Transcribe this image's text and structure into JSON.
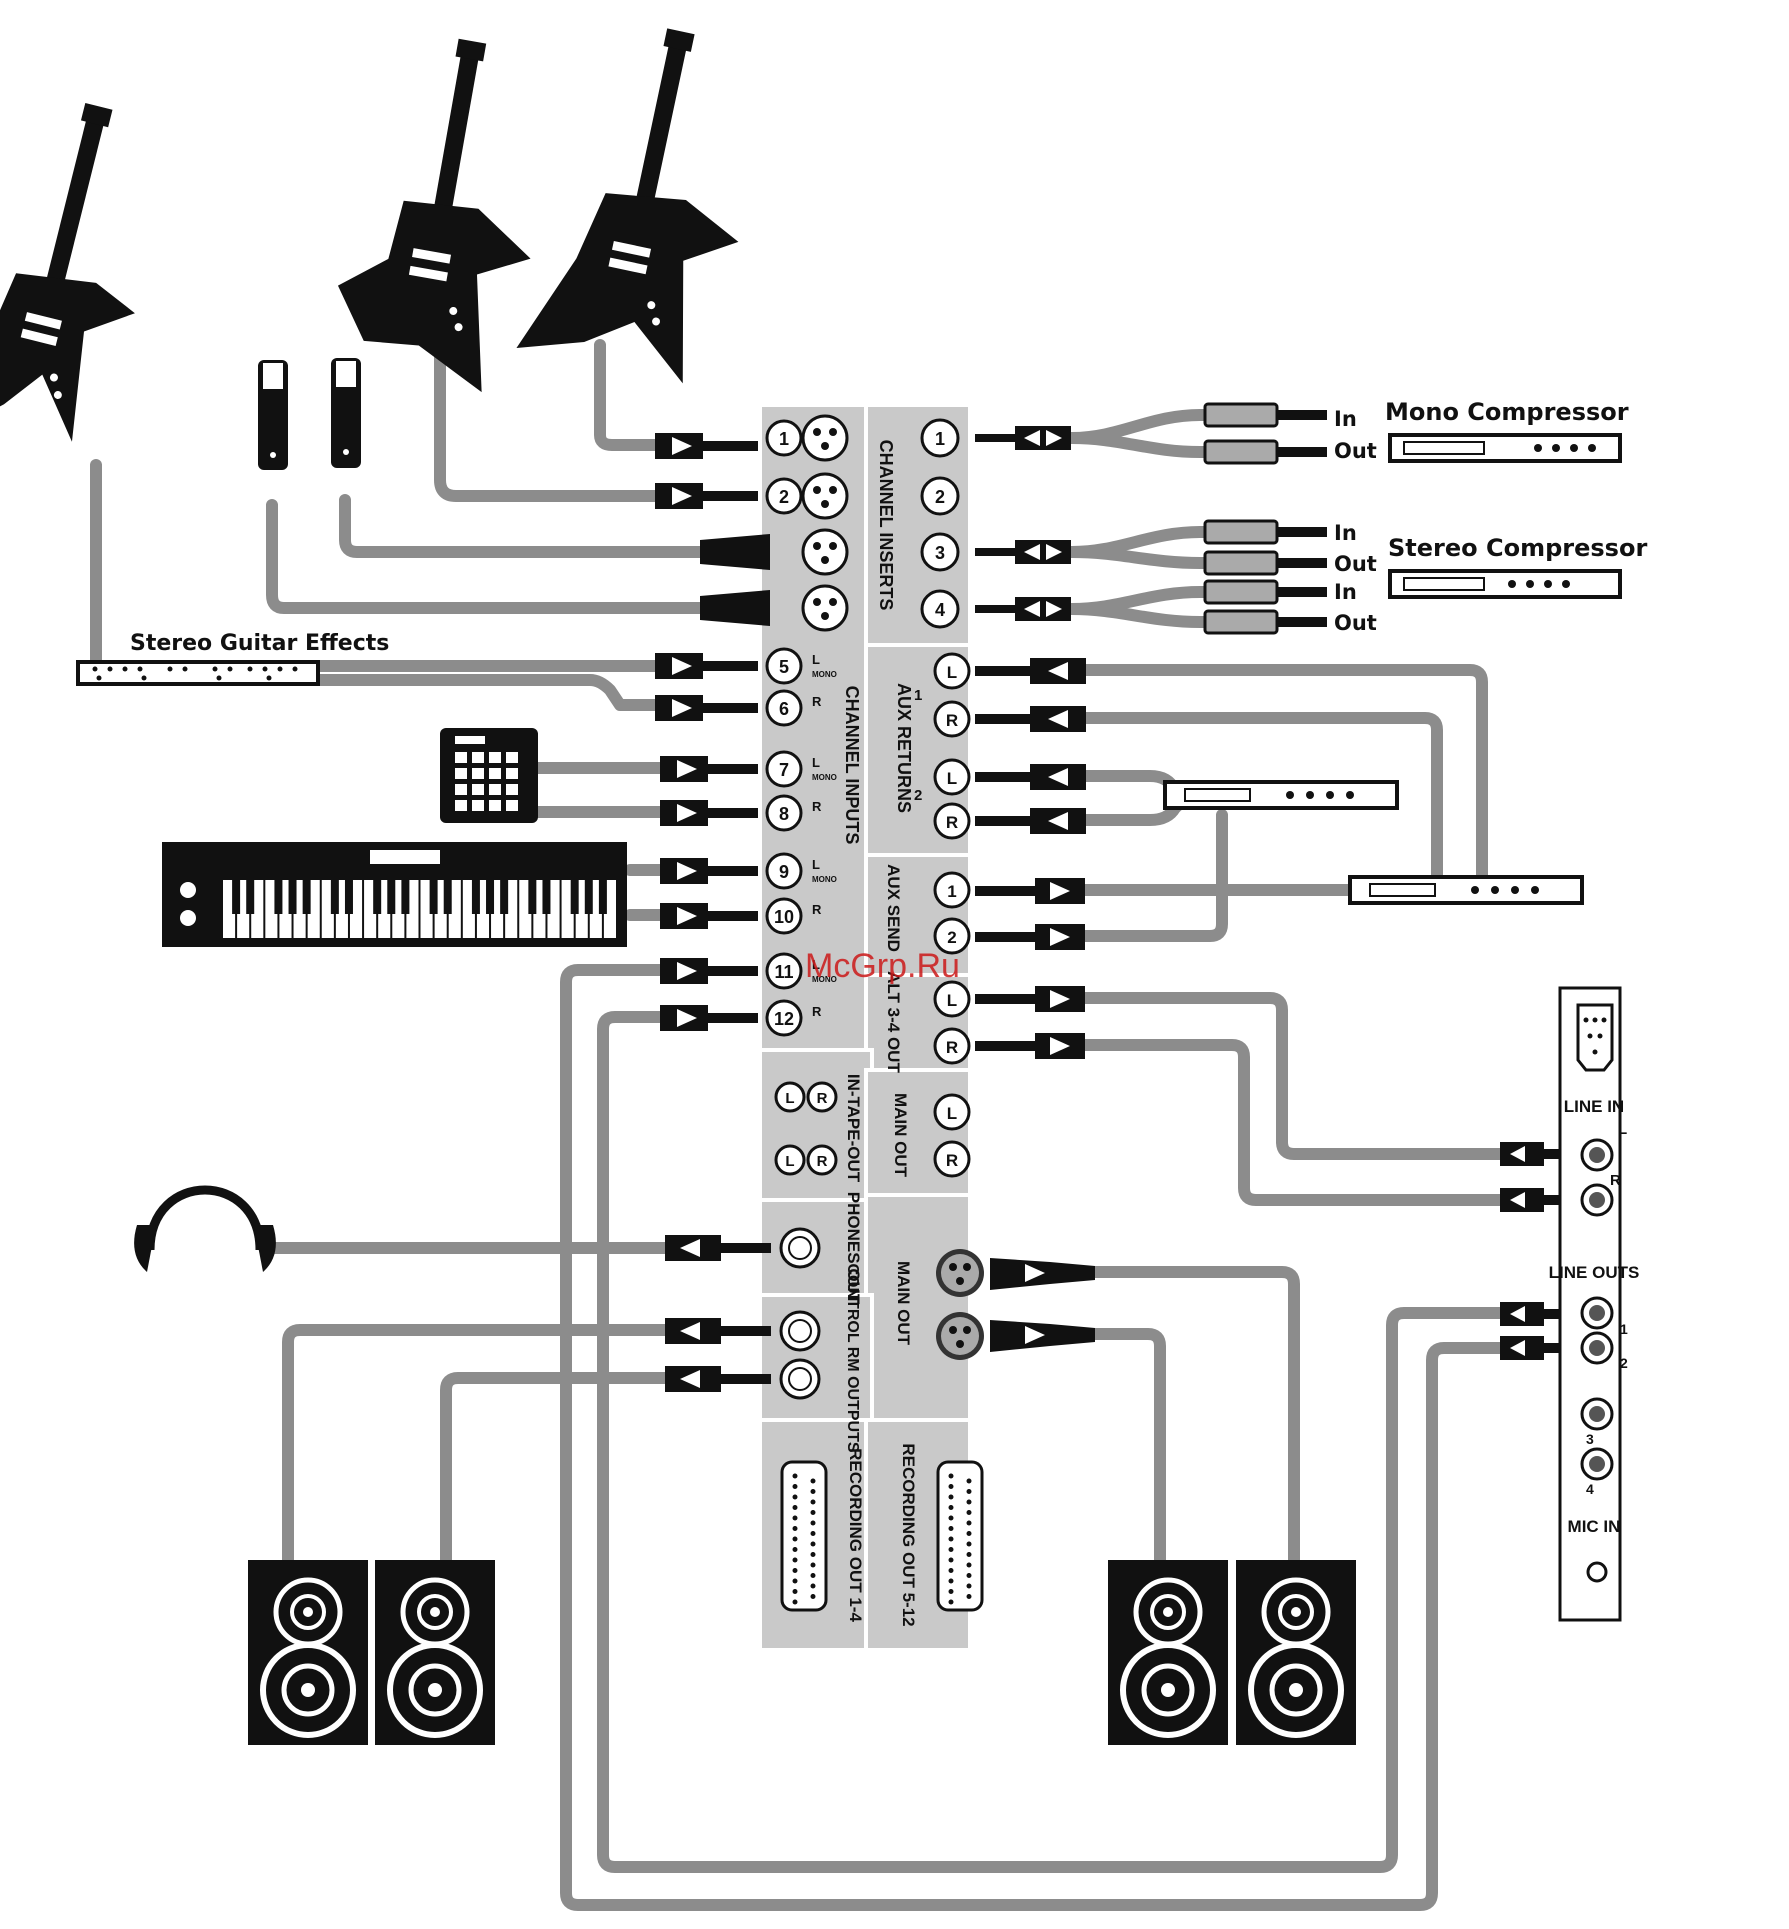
{
  "watermark": "McGrp.Ru",
  "devices": {
    "mono_compressor": "Mono Compressor",
    "stereo_compressor": "Stereo Compressor",
    "stereo_guitar_effects": "Stereo Guitar Effects",
    "insert_in": "In",
    "insert_out": "Out"
  },
  "mixer": {
    "channel_inputs_label": "CHANNEL INPUTS",
    "channel_inserts_label": "CHANNEL INSERTS",
    "aux_returns_label": "AUX RETURNS",
    "aux_send_label": "AUX SEND",
    "alt_out_label": "ALT 3-4 OUT",
    "in_tape_out_label": "IN-TAPE-OUT",
    "main_out_label": "MAIN OUT",
    "phones_out_label": "PHONES OUT",
    "control_rm_label": "CONTROL RM OUTPUTS",
    "main_out_xlr_label": "MAIN OUT",
    "recording_out_1_label": "RECORDING OUT 1-4",
    "recording_out_2_label": "RECORDING OUT 5-12",
    "mono_tag": "MONO",
    "l": "L",
    "r": "R",
    "inputs": [
      "1",
      "2",
      "3",
      "4",
      "5",
      "6",
      "7",
      "8",
      "9",
      "10",
      "11",
      "12"
    ],
    "inserts": [
      "1",
      "2",
      "3",
      "4"
    ],
    "aux_return_groups": [
      "1",
      "2"
    ],
    "aux_sends": [
      "1",
      "2"
    ]
  },
  "sound_card": {
    "line_in_label": "LINE IN",
    "line_outs_label": "LINE OUTS",
    "mic_in_label": "MIC IN",
    "l": "L",
    "r": "R",
    "outs": [
      "1",
      "2",
      "3",
      "4"
    ]
  }
}
